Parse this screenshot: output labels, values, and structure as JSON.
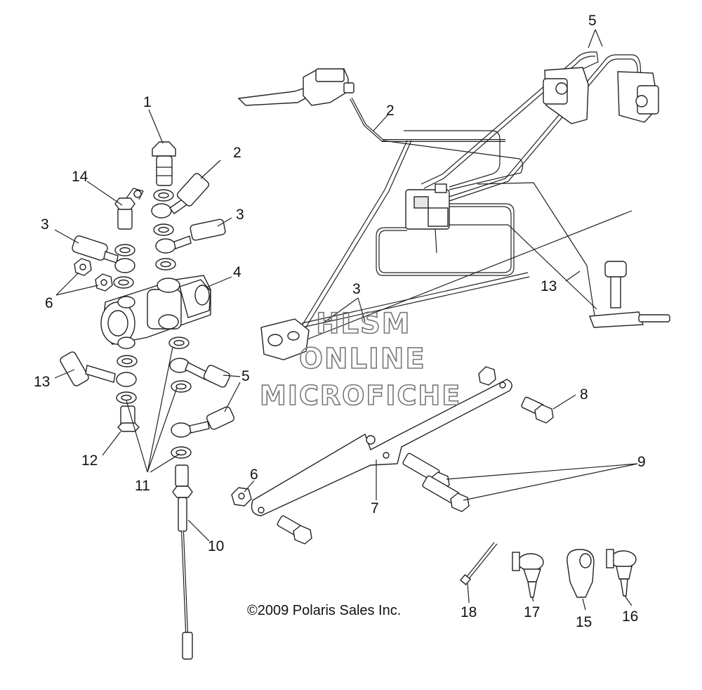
{
  "watermark": {
    "line1": "HLSM",
    "line2": "ONLINE",
    "line3": "MICROFICHE"
  },
  "copyright": "©2009 Polaris Sales Inc.",
  "callouts": {
    "c1": "1",
    "c2a": "2",
    "c2b": "2",
    "c3a": "3",
    "c3b": "3",
    "c3c": "3",
    "c4": "4",
    "c5a": "5",
    "c5b": "5",
    "c6a": "6",
    "c6b": "6",
    "c7": "7",
    "c8": "8",
    "c9": "9",
    "c10": "10",
    "c11": "11",
    "c12": "12",
    "c13a": "13",
    "c13b": "13",
    "c14": "14",
    "c15": "15",
    "c16": "16",
    "c17": "17",
    "c18": "18"
  }
}
